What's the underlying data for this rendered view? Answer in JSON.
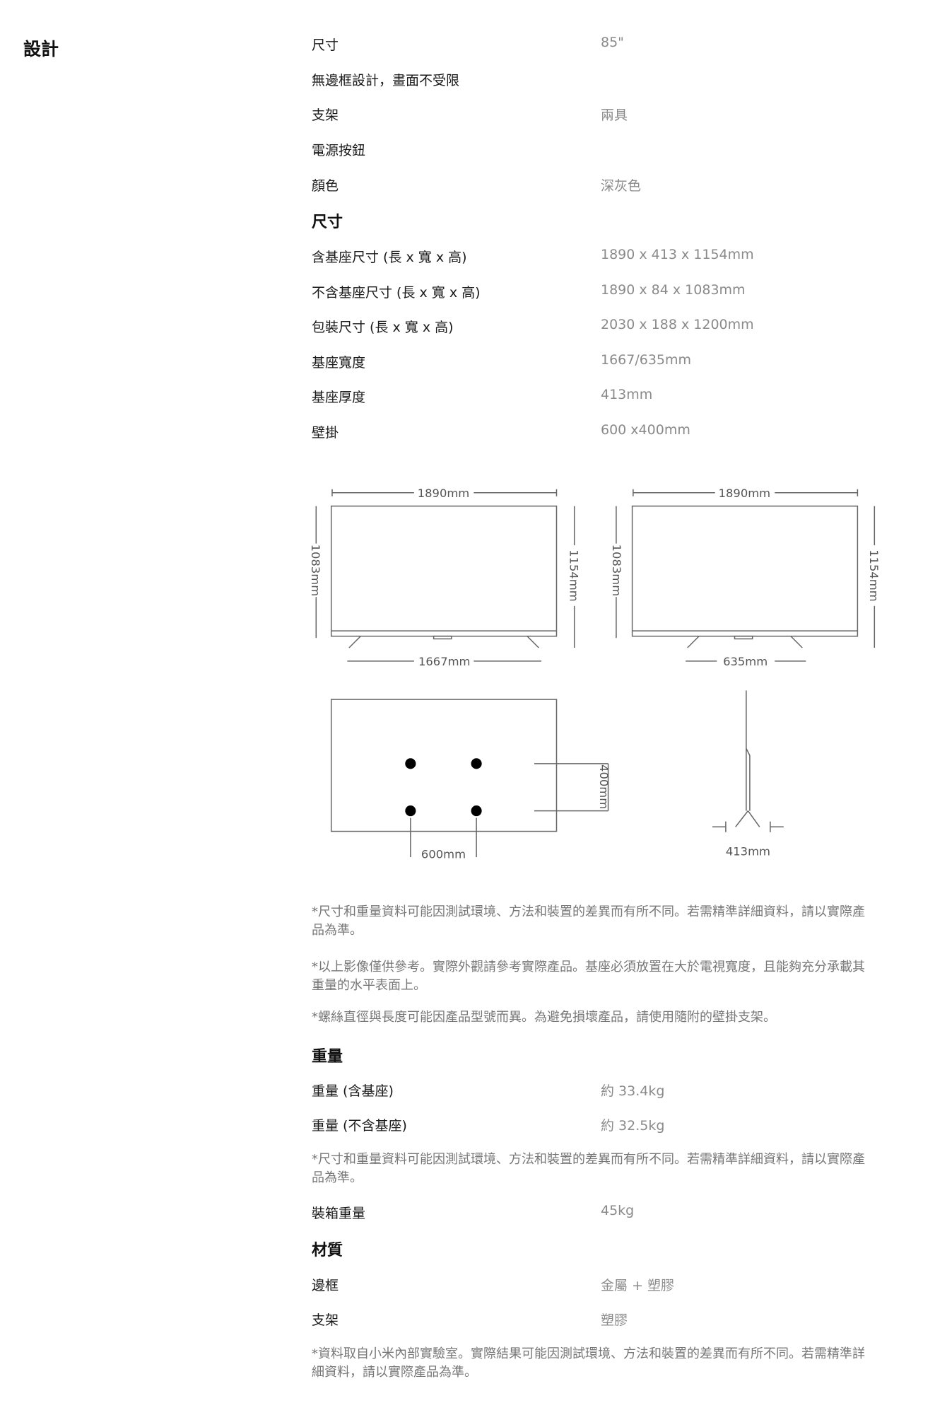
{
  "section_title": "設計",
  "design": [
    {
      "label": "尺寸",
      "value": "85\""
    },
    {
      "label": "無邊框設計，畫面不受限",
      "value": ""
    },
    {
      "label": "支架",
      "value": "兩具"
    },
    {
      "label": "電源按鈕",
      "value": ""
    },
    {
      "label": "顏色",
      "value": "深灰色"
    }
  ],
  "size_heading": "尺寸",
  "size": [
    {
      "label": "含基座尺寸 (長 x 寬 x 高)",
      "value": "1890 x 413 x 1154mm"
    },
    {
      "label": "不含基座尺寸 (長 x 寬 x 高)",
      "value": "1890 x 84 x 1083mm"
    },
    {
      "label": "包裝尺寸 (長 x 寬 x 高)",
      "value": "2030 x 188 x 1200mm"
    },
    {
      "label": "基座寬度",
      "value": "1667/635mm"
    },
    {
      "label": "基座厚度",
      "value": "413mm"
    },
    {
      "label": "壁掛",
      "value": "600 x400mm"
    }
  ],
  "diagram": {
    "width": "1890mm",
    "height_no_stand": "1083mm",
    "height_with_stand": "1154mm",
    "stand_wide": "1667mm",
    "stand_narrow": "635mm",
    "vesa_h": "400mm",
    "vesa_w": "600mm",
    "depth": "413mm"
  },
  "size_notes": [
    "*尺寸和重量資料可能因測試環境、方法和裝置的差異而有所不同。若需精準詳細資料，請以實際產品為準。",
    "*以上影像僅供參考。實際外觀請參考實際產品。基座必須放置在大於電視寬度，且能夠充分承載其重量的水平表面上。",
    "*螺絲直徑與長度可能因產品型號而異。為避免損壞產品，請使用隨附的壁掛支架。"
  ],
  "weight_heading": "重量",
  "weight": [
    {
      "label": "重量 (含基座)",
      "value": "約 33.4kg"
    },
    {
      "label": "重量 (不含基座)",
      "value": "約 32.5kg"
    }
  ],
  "weight_note": "*尺寸和重量資料可能因測試環境、方法和裝置的差異而有所不同。若需精準詳細資料，請以實際產品為準。",
  "package_weight": {
    "label": "裝箱重量",
    "value": "45kg"
  },
  "material_heading": "材質",
  "material": [
    {
      "label": "邊框",
      "value": "金屬 + 塑膠"
    },
    {
      "label": "支架",
      "value": "塑膠"
    }
  ],
  "material_note": "*資料取自小米內部實驗室。實際結果可能因測試環境、方法和裝置的差異而有所不同。若需精準詳細資料，請以實際產品為準。"
}
